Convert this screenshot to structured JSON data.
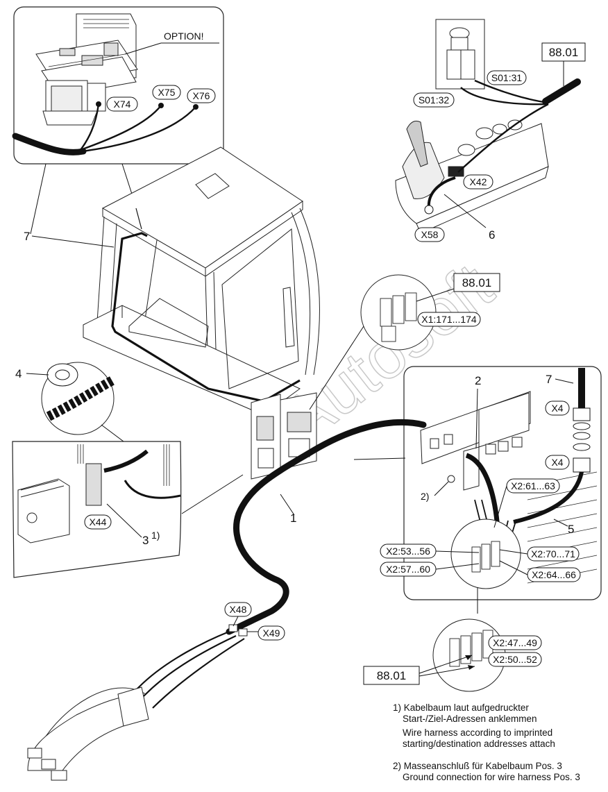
{
  "labels": {
    "option": "OPTION!",
    "x74": "X74",
    "x75": "X75",
    "x76": "X76",
    "ref_top": "88.01",
    "s0131": "S01:31",
    "s0132": "S01:32",
    "x42": "X42",
    "x58": "X58",
    "pos6": "6",
    "pos7_top": "7",
    "ref_mid": "88.01",
    "x1": "X1:171...174",
    "pos4": "4",
    "pos2": "2",
    "pos7_right": "7",
    "x4_top": "X4",
    "x4_bot": "X4",
    "pos2_mark": "2)",
    "x261": "X2:61...63",
    "pos5": "5",
    "pos1": "1",
    "x253": "X2:53...56",
    "x270": "X2:70...71",
    "x257": "X2:57...60",
    "x264": "X2:64...66",
    "x44": "X44",
    "pos3": "3",
    "pos3_sup": "1)",
    "x48": "X48",
    "x49": "X49",
    "x247": "X2:47...49",
    "x250": "X2:50...52",
    "ref_bot": "88.01"
  },
  "notes": [
    {
      "marker": "1)",
      "lines": [
        "Kabelbaum laut aufgedruckter",
        "Start-/Ziel-Adressen anklemmen",
        "Wire harness according to imprinted",
        "starting/destination addresses attach"
      ]
    },
    {
      "marker": "2)",
      "lines": [
        "Masseanschluß für Kabelbaum Pos. 3",
        "Ground connection for wire harness Pos. 3"
      ]
    }
  ],
  "watermark": "Autosoft"
}
